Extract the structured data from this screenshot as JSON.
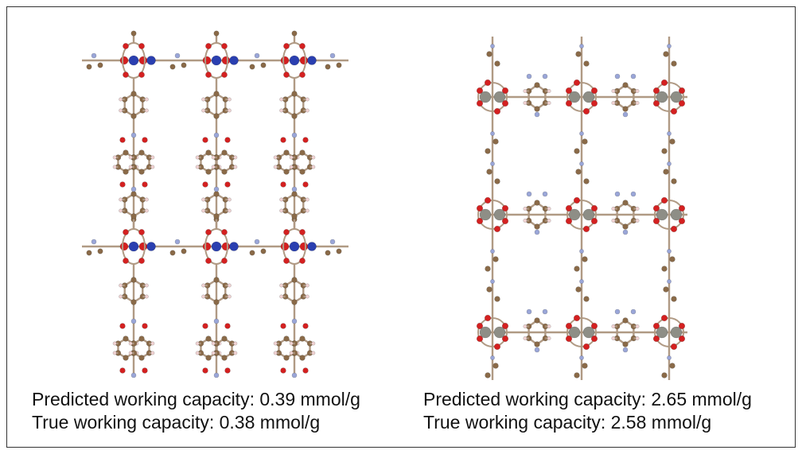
{
  "figure": {
    "panels": [
      {
        "id": "left",
        "predicted": "Predicted working capacity: 0.39 mmol/g",
        "true": "True working capacity: 0.38 mmol/g",
        "predicted_value": 0.39,
        "true_value": 0.38,
        "unit": "mmol/g"
      },
      {
        "id": "right",
        "predicted": "Predicted working capacity: 2.65 mmol/g",
        "true": "True working capacity: 2.58 mmol/g",
        "predicted_value": 2.65,
        "true_value": 2.58,
        "unit": "mmol/g"
      }
    ]
  },
  "colors": {
    "carbon": "#8a6a48",
    "oxygen": "#d42020",
    "nitrogen": "#9aa6d8",
    "metal_left": "#2a3fb0",
    "metal_right": "#8e8e86",
    "hydrogen": "#f2d4d4",
    "bond": "#b09a84"
  }
}
